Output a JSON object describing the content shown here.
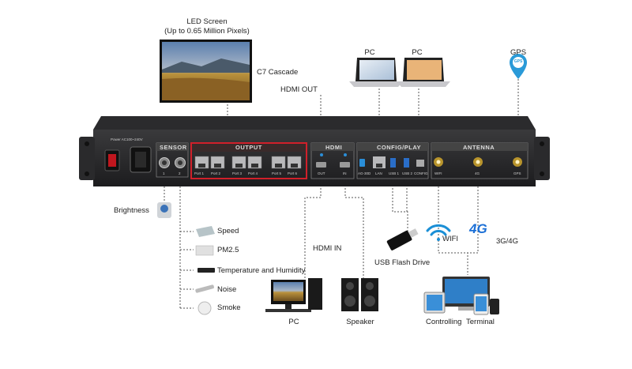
{
  "top": {
    "led_screen": "LED Screen",
    "led_pixels": "(Up to 0.65 Million Pixels)",
    "c7_cascade": "C7 Cascade",
    "hdmi_out": "HDMI OUT",
    "pc_1": "PC",
    "pc_2": "PC",
    "gps": "GPS",
    "gps_pin": "GPS"
  },
  "device": {
    "power": "Power  AC100~240V",
    "sensor": "SENSOR",
    "sensor_ports": [
      "1",
      "2"
    ],
    "output": "OUTPUT",
    "output_ports": [
      "Port 1",
      "Port 2",
      "Port 3",
      "Port 4",
      "Port 5",
      "Port 6"
    ],
    "hdmi": "HDMI",
    "hdmi_ports": [
      "OUT",
      "IN"
    ],
    "config_play": "CONFIG/PLAY",
    "config_ports": [
      "AG-30D",
      "LAN",
      "USB 1",
      "USB 2",
      "CONFIG"
    ],
    "antenna": "ANTENNA",
    "antenna_ports": [
      "WIFI",
      "4G",
      "GPS"
    ]
  },
  "left": {
    "brightness": "Brightness",
    "sensors": [
      "Speed",
      "PM2.5",
      "Temperature and Humidity",
      "Noise",
      "Smoke"
    ]
  },
  "bottom": {
    "hdmi_in": "HDMI IN",
    "pc": "PC",
    "speaker": "Speaker",
    "usb_flash": "USB Flash Drive",
    "wifi": "WIFI",
    "four_g_icon": "4G",
    "three_four_g": "3G/4G",
    "controlling": "Controlling",
    "terminal": "Terminal"
  },
  "colors": {
    "output_frame": "#d0202a",
    "dashes": "#555555",
    "wifi_blue": "#1b8fd6",
    "gps_blue": "#2a9ad8"
  }
}
